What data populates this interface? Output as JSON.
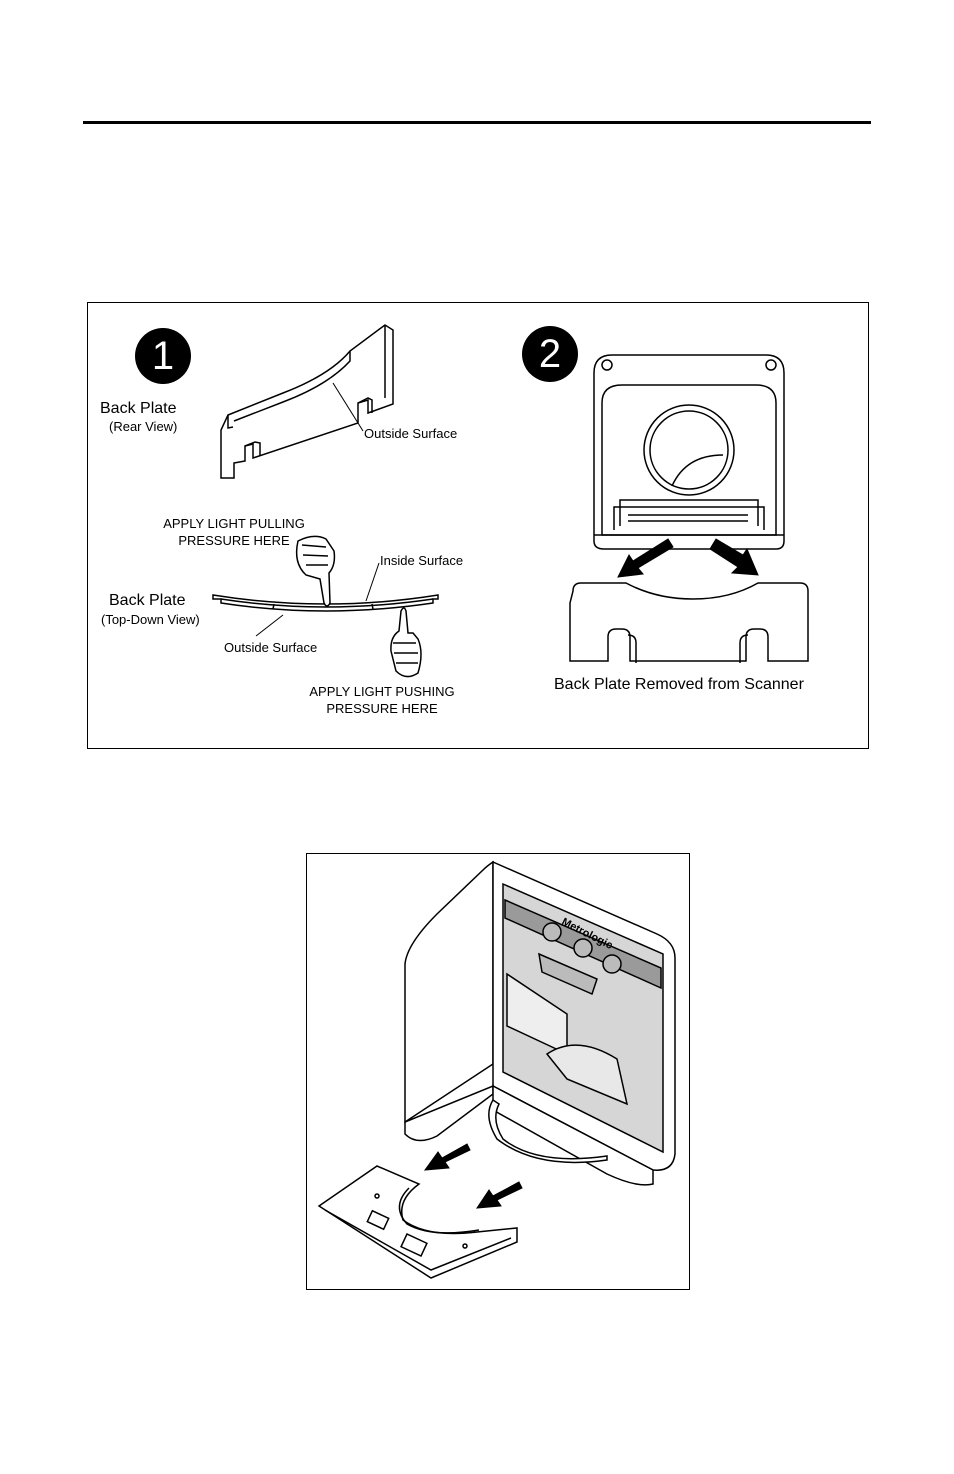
{
  "figure1": {
    "step1_number": "1",
    "step2_number": "2",
    "rear_view_title": "Back Plate",
    "rear_view_subtitle": "(Rear View)",
    "outside_surface_top": "Outside Surface",
    "pulling_line1": "APPLY LIGHT PULLING",
    "pulling_line2": "PRESSURE HERE",
    "inside_surface": "Inside Surface",
    "topdown_title": "Back Plate",
    "topdown_subtitle": "(Top-Down View)",
    "outside_surface_bottom": "Outside Surface",
    "pushing_line1": "APPLY LIGHT PUSHING",
    "pushing_line2": "PRESSURE HERE",
    "removed_caption": "Back Plate Removed from Scanner"
  },
  "figure2": {
    "brand": "Metrologic"
  }
}
